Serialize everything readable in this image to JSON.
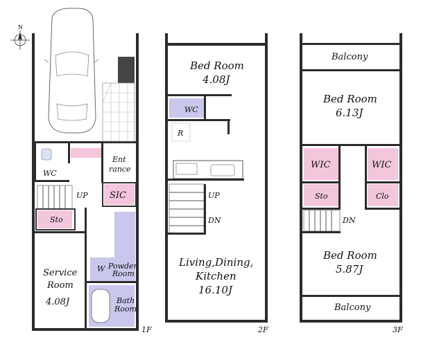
{
  "compass": {
    "label": "N",
    "icon": "compass-rose-icon"
  },
  "floors": {
    "f1": {
      "label": "1F",
      "rooms": {
        "wc": "WC",
        "entrance_1": "Ent",
        "entrance_2": "rance",
        "up": "UP",
        "sic": "SIC",
        "sto": "Sto",
        "service_room_1": "Service",
        "service_room_2": "Room",
        "service_room_size": "4.08J",
        "w": "W",
        "powder_1": "Powder",
        "powder_2": "Room",
        "bath_1": "Bath",
        "bath_2": "Room"
      }
    },
    "f2": {
      "label": "2F",
      "rooms": {
        "bed_room": "Bed Room",
        "bed_room_size": "4.08J",
        "wc": "WC",
        "r": "R",
        "up": "UP",
        "dn": "DN",
        "ldk_1": "Living,Dining,",
        "ldk_2": "Kitchen",
        "ldk_size": "16.10J"
      }
    },
    "f3": {
      "label": "3F",
      "rooms": {
        "balcony_top": "Balcony",
        "bed_room_a": "Bed Room",
        "bed_room_a_size": "6.13J",
        "wic_left": "WIC",
        "wic_right": "WIC",
        "sto": "Sto",
        "clo": "Clo",
        "dn": "DN",
        "bed_room_b": "Bed Room",
        "bed_room_b_size": "5.87J",
        "balcony_bottom": "Balcony"
      }
    }
  }
}
